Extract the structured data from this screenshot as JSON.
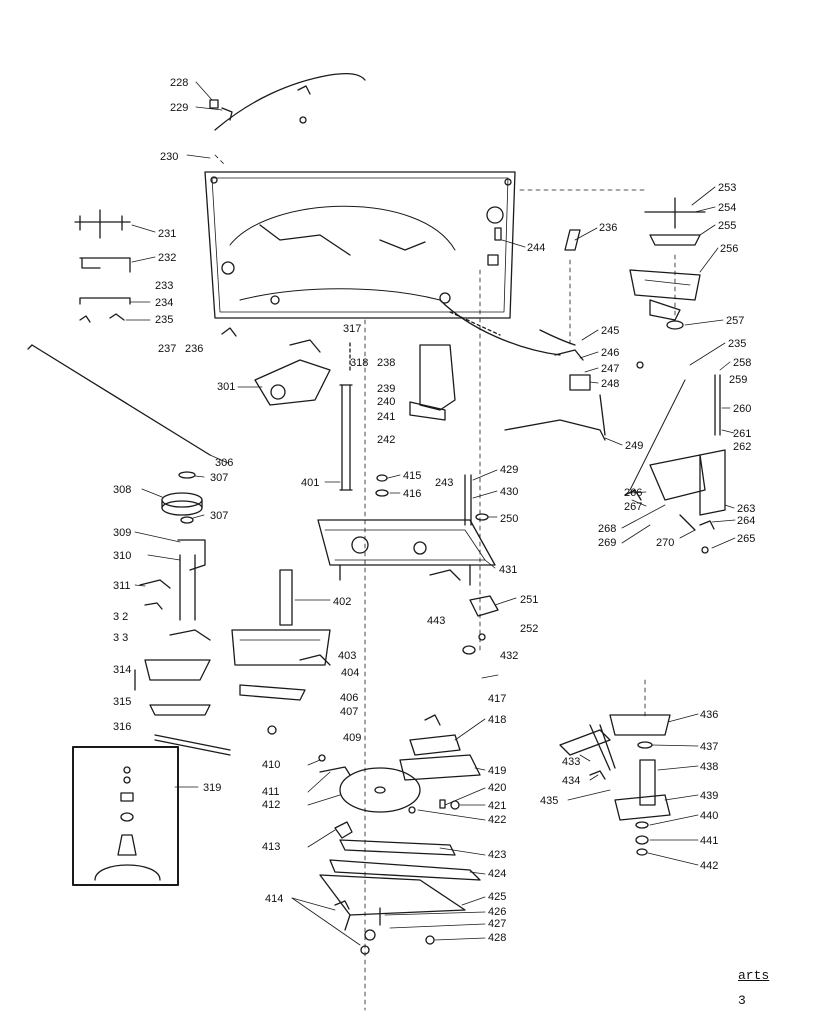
{
  "labels": {
    "l228": "228",
    "l229": "229",
    "l230": "230",
    "l231": "231",
    "l232": "232",
    "l233": "233",
    "l234": "234",
    "l235a": "235",
    "l237": "237",
    "l236a": "236",
    "l301": "301",
    "l306": "306",
    "l307a": "307",
    "l308": "308",
    "l307b": "307",
    "l309": "309",
    "l310": "310",
    "l311": "311",
    "l312": "3 2",
    "l313": "3 3",
    "l314": "314",
    "l315": "315",
    "l316": "316",
    "l319": "319",
    "l317": "317",
    "l318": "318",
    "l238": "238",
    "l239": "239",
    "l240": "240",
    "l241": "241",
    "l242": "242",
    "l243": "243",
    "l401": "401",
    "l415": "415",
    "l416": "416",
    "l429": "429",
    "l430": "430",
    "l250": "250",
    "l431": "431",
    "l402": "402",
    "l403": "403",
    "l404": "404",
    "l406": "406",
    "l407": "407",
    "l409": "409",
    "l443": "443",
    "l251": "251",
    "l252": "252",
    "l432": "432",
    "l244": "244",
    "l236b": "236",
    "l245": "245",
    "l246": "246",
    "l247": "247",
    "l248": "248",
    "l249": "249",
    "l253": "253",
    "l254": "254",
    "l255": "255",
    "l256": "256",
    "l257": "257",
    "l235b": "235",
    "l258": "258",
    "l259": "259",
    "l260": "260",
    "l261": "261",
    "l262": "262",
    "l263": "263",
    "l264": "264",
    "l265": "265",
    "l266": "266",
    "l267": "267",
    "l268": "268",
    "l269": "269",
    "l270": "270",
    "l417": "417",
    "l418": "418",
    "l419": "419",
    "l420": "420",
    "l421": "421",
    "l422": "422",
    "l410": "410",
    "l411": "411",
    "l412": "412",
    "l413": "413",
    "l423": "423",
    "l424": "424",
    "l425": "425",
    "l426": "426",
    "l427": "427",
    "l428": "428",
    "l414": "414",
    "l436": "436",
    "l437": "437",
    "l438": "438",
    "l433": "433",
    "l434": "434",
    "l435": "435",
    "l439": "439",
    "l440": "440",
    "l441": "441",
    "l442": "442"
  },
  "footer": {
    "line1": "arts",
    "line2": "3"
  }
}
